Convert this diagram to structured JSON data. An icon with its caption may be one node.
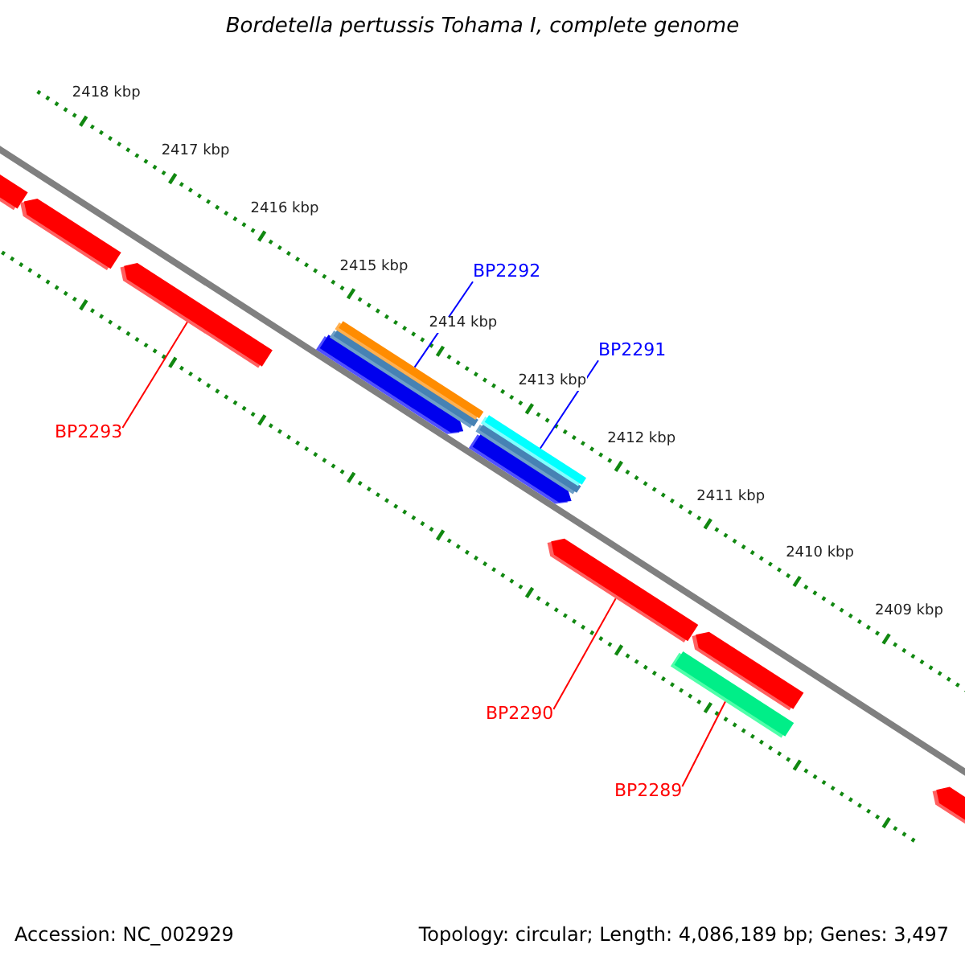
{
  "diagram": {
    "title": "Bordetella pertussis Tohama I, complete genome",
    "nodes": [
      {
        "text": [
          "BP2292"
        ]
      },
      {
        "text": [
          "BP2291"
        ]
      },
      {
        "text": [
          "BP2293"
        ]
      },
      {
        "text": [
          "BP2290"
        ]
      },
      {
        "text": [
          "BP2289"
        ]
      },
      {
        "text": [],
        "shape": "arrow"
      },
      {
        "text": [],
        "shape": "arrow"
      },
      {
        "text": [],
        "shape": "arrow"
      },
      {
        "text": [],
        "shape": "arrow"
      },
      {
        "text": [],
        "shape": "bar"
      },
      {
        "text": [],
        "shape": "bar"
      },
      {
        "text": [],
        "shape": "arrow"
      },
      {
        "text": [],
        "shape": "bar"
      },
      {
        "text": [],
        "shape": "bar"
      },
      {
        "text": [],
        "shape": "arrow"
      },
      {
        "text": [],
        "shape": "arrow"
      },
      {
        "text": [],
        "shape": "bar"
      },
      {
        "text": [],
        "shape": "arrow"
      }
    ],
    "edges": [
      {
        "from": 0,
        "to": 10,
        "arrow": "none",
        "color": "#0000ff"
      },
      {
        "from": 1,
        "to": 13,
        "arrow": "none",
        "color": "#0000ff"
      },
      {
        "from": 2,
        "to": 7,
        "arrow": "none"
      },
      {
        "from": 3,
        "to": 14,
        "arrow": "none"
      },
      {
        "from": 4,
        "to": 16,
        "arrow": "none"
      }
    ],
    "labels": [
      "2418 kbp",
      "2417 kbp",
      "2416 kbp",
      "2415 kbp",
      "2414 kbp",
      "2413 kbp",
      "2412 kbp",
      "2411 kbp",
      "2410 kbp",
      "2409 kbp",
      "Accession: NC_002929",
      "Topology: circular; Length: 4,086,189 bp; Genes: 3,497"
    ]
  }
}
